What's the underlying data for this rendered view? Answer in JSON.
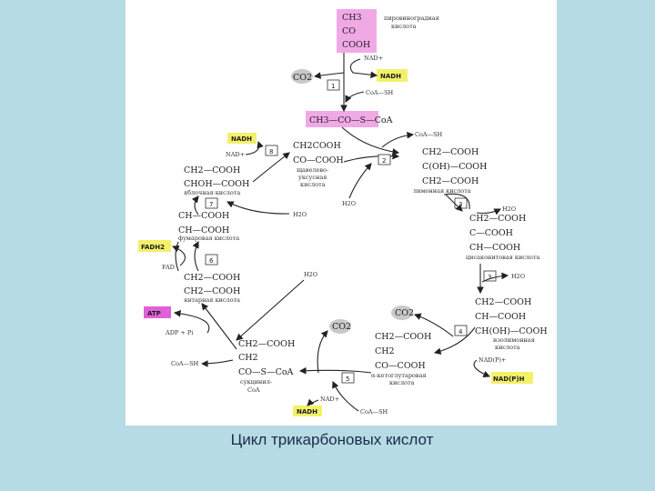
{
  "caption": "Цикл трикарбоновых кислот",
  "colors": {
    "background": "#b6dbe4",
    "yellow_highlight": "#f3f06a",
    "pink_highlight": "#f1a9e6",
    "magenta_highlight": "#e060d8",
    "gray_highlight": "#c9c9c9"
  },
  "pyruvate": {
    "l1": "CH3",
    "l2": "CO",
    "l3": "COOH",
    "name1": "пировиноградная",
    "name2": "кислота"
  },
  "step1": {
    "nad_plus": "NAD+",
    "co2": "CO2",
    "nadh": "NADH",
    "num": "1",
    "coa_sh": "CoA—SH"
  },
  "acetyl_coa": {
    "text": "CH3—CO—S—CoA"
  },
  "oxaloacetate": {
    "l1": "CH2COOH",
    "l2": "CO—COOH",
    "name1": "щавелево-",
    "name2": "уксусная",
    "name3": "кислота"
  },
  "step8": {
    "num": "8",
    "nadh": "NADH",
    "nad_plus": "NAD+"
  },
  "step2": {
    "num": "2",
    "coa_sh": "CoA—SH",
    "h2o": "H2O"
  },
  "citrate": {
    "l1": "CH2—COOH",
    "l2": "C(OH)—COOH",
    "l3": "CH2—COOH",
    "name": "лимонная кислота"
  },
  "malate": {
    "l1": "CH2—COOH",
    "l2": "CHOH—COOH",
    "name": "яблочная кислота"
  },
  "step7": {
    "num": "7",
    "h2o": "H2O"
  },
  "step3a": {
    "num": "3",
    "h2o": "H2O"
  },
  "cis_aconitate": {
    "l1": "CH2—COOH",
    "l2": "C—COOH",
    "l3": "CH—COOH",
    "name": "цисаконитовая кислота"
  },
  "fumarate": {
    "l1": "CH—COOH",
    "l2": "CH—COOH",
    "name": "фумаровая кислота"
  },
  "step6": {
    "fadh2": "FADH2",
    "fad": "FAD",
    "num": "6"
  },
  "succinate": {
    "l1": "CH2—COOH",
    "l2": "CH2—COOH",
    "name": "янтарная кислота"
  },
  "step3b": {
    "num": "3",
    "h2o": "H2O",
    "h2o_in": "H2O"
  },
  "isocitrate": {
    "l1": "CH2—COOH",
    "l2": "CH—COOH",
    "l3": "CH(OH)—COOH",
    "name1": "изолимонная",
    "name2": "кислота"
  },
  "step5": {
    "atp": "ATP",
    "adp": "ADP + Pi",
    "coa_sh": "CoA—SH",
    "num": "5",
    "co2": "CO2",
    "nad_plus": "NAD+",
    "nadh": "NADH",
    "coa_sh2": "CoA—SH"
  },
  "succinyl_coa": {
    "l1": "CH2—COOH",
    "l2": "CH2",
    "l3": "CO—S—CoA",
    "name1": "сукцинил-",
    "name2": "CoA"
  },
  "step4": {
    "co2": "CO2",
    "num": "4",
    "nadp": "NAD(P)+",
    "nadph": "NAD(P)H"
  },
  "alpha_kg": {
    "l1": "CH2—COOH",
    "l2": "CH2",
    "l3": "CO—COOH",
    "name1": "α-кетоглутаровая",
    "name2": "кислота"
  }
}
